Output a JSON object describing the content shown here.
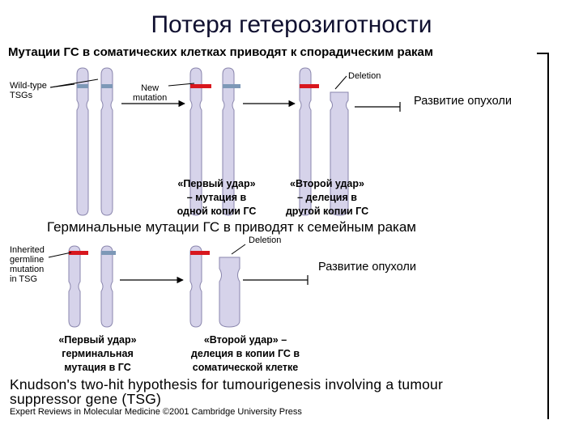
{
  "title": "Потеря гетерозиготности",
  "section1": {
    "heading": "Мутации ГС в соматических  клетках приводят к спорадическим ракам",
    "label_wildtype": "Wild-type\nTSGs",
    "label_new_mutation": "New\nmutation",
    "label_deletion": "Deletion",
    "tumor_label": "Развитие опухоли",
    "caption_first": "«Первый удар»\n– мутация в\nодной копии ГС",
    "caption_second": "«Второй удар»\n– делеция в\nдругой копии ГС"
  },
  "section2": {
    "heading": "Герминальные мутации ГС в  приводят к семейным ракам",
    "label_inherited": "Inherited\ngermline\nmutation\nin TSG",
    "label_deletion": "Deletion",
    "tumor_label": "Развитие опухоли",
    "caption_first": "«Первый удар»\nгерминальная\nмутация в ГС",
    "caption_second": "«Второй удар» –\nделеция в копии ГС в\nсоматической клетке"
  },
  "footer": {
    "hypothesis": "Knudson's two-hit hypothesis for tumourigenesis involving a tumour\nsuppressor gene (TSG)",
    "credit": "Expert Reviews in Molecular Medicine ©2001 Cambridge University Press"
  },
  "colors": {
    "chromosome": "#d6d3ea",
    "chromosome_stroke": "#8a86ad",
    "wildtype_band": "#7d98b7",
    "mutant_band": "#d8171e",
    "frame": "#000000"
  }
}
